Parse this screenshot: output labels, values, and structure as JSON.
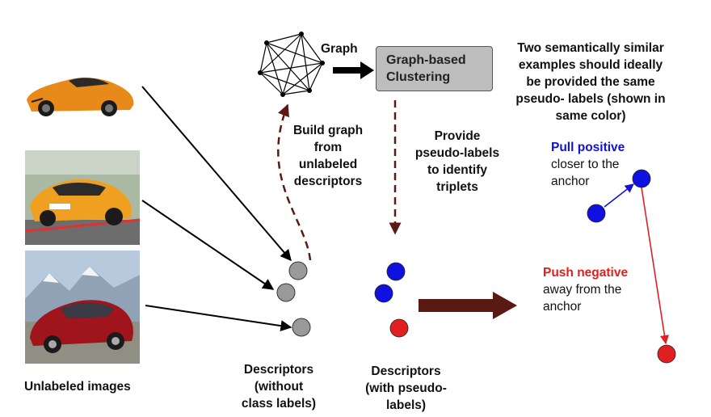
{
  "graph_label": "Graph",
  "clustering_box": {
    "line1": "Graph-based",
    "line2": "Clustering"
  },
  "note": [
    "Two semantically similar",
    "examples should ideally",
    "be provided the same",
    "pseudo- labels (shown in",
    "same color)"
  ],
  "build_graph": [
    "Build graph",
    "from",
    "unlabeled",
    "descriptors"
  ],
  "provide": [
    "Provide",
    "pseudo-labels",
    "to identify",
    "triplets"
  ],
  "pull": {
    "title": "Pull positive",
    "lines": [
      "closer to the",
      "anchor"
    ]
  },
  "push": {
    "title": "Push negative",
    "lines": [
      "away from the",
      "anchor"
    ]
  },
  "unlabeled_images": "Unlabeled images",
  "desc_without": [
    "Descriptors",
    "(without",
    "class labels)"
  ],
  "desc_with": [
    "Descriptors",
    "(with pseudo-",
    "labels)"
  ],
  "colors": {
    "positive": "#1010e0",
    "negative": "#e02020",
    "neutral": "#999999",
    "dashed_arrow": "#5a1a12",
    "big_arrow": "#5a1a12",
    "box_fill": "#bdbdbd"
  }
}
